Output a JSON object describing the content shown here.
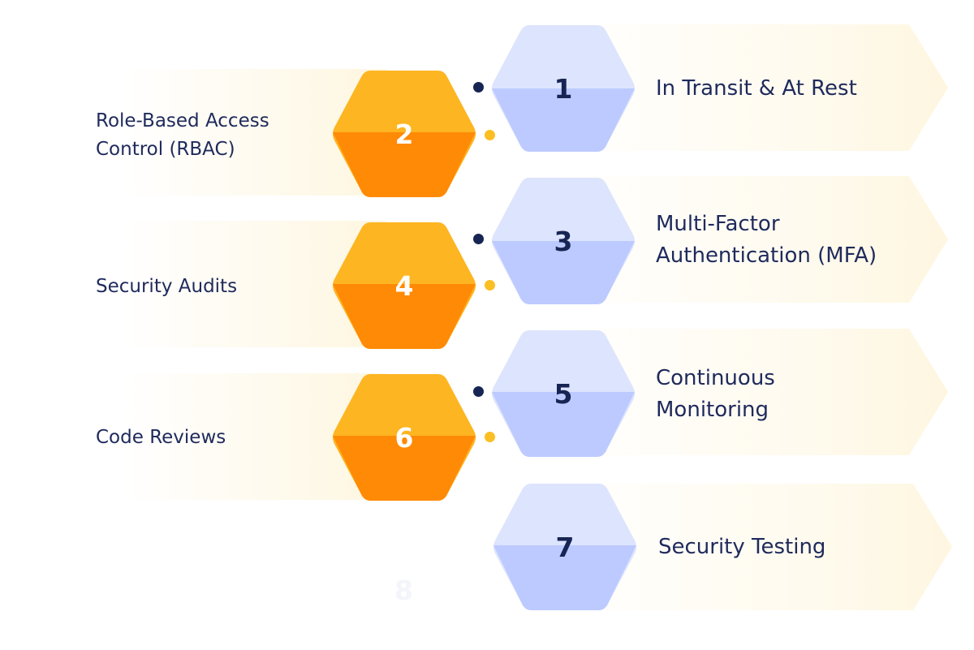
{
  "colors": {
    "navy": "#1f2a5c",
    "blue_hex_top": "#dde4fd",
    "blue_hex_bottom": "#bccaff",
    "orange_hex_top": "#fdb521",
    "orange_hex_bottom": "#ff8a05",
    "yellow_dot": "#fbbf24",
    "navy_dot": "#172554",
    "banner_tint": "#fef9ea"
  },
  "steps": [
    {
      "num": "1",
      "label": "In Transit & At Rest",
      "side": "right"
    },
    {
      "num": "2",
      "label": "Role-Based Access Control (RBAC)",
      "side": "left"
    },
    {
      "num": "3",
      "label": "Multi-Factor Authentication (MFA)",
      "side": "right"
    },
    {
      "num": "4",
      "label": "Security Audits",
      "side": "left"
    },
    {
      "num": "5",
      "label": "Continuous Monitoring",
      "side": "right"
    },
    {
      "num": "6",
      "label": "Code Reviews",
      "side": "left"
    },
    {
      "num": "7",
      "label": "Security Testing",
      "side": "right"
    },
    {
      "num": "8",
      "label": "",
      "side": "left"
    }
  ]
}
